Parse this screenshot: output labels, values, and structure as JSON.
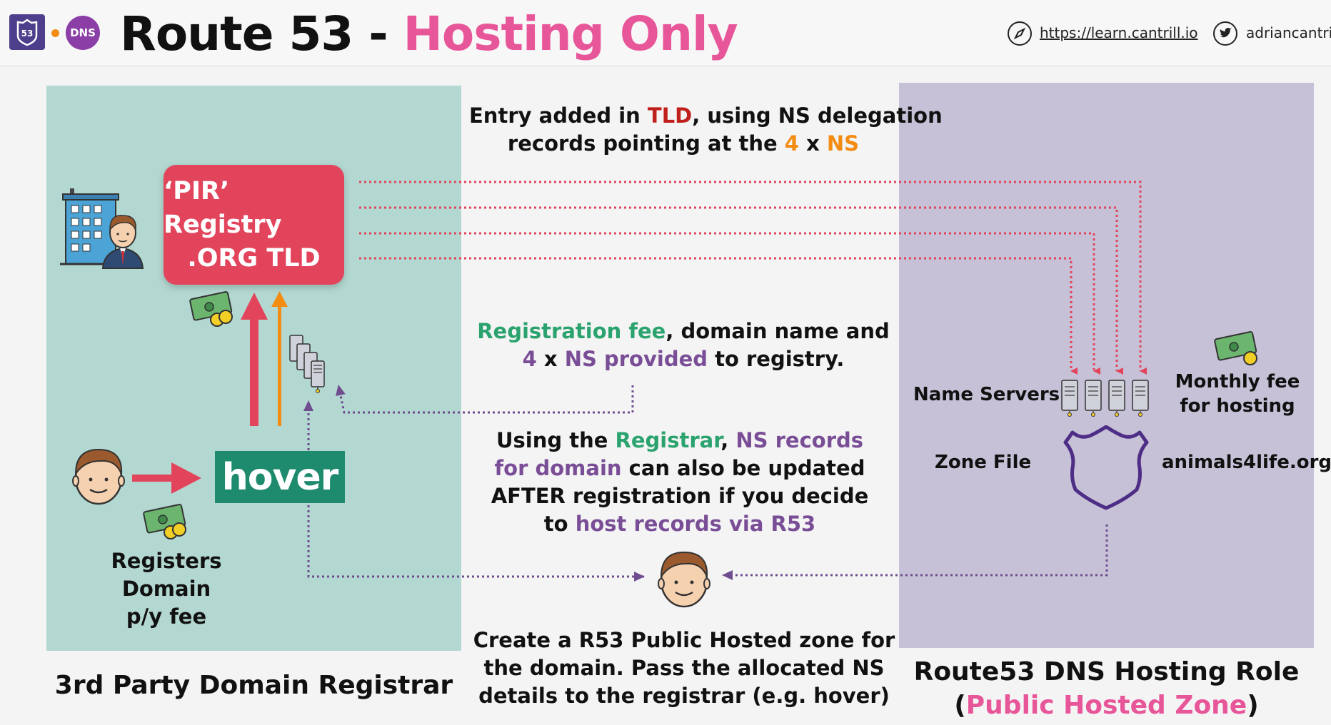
{
  "header": {
    "title_main": "Route 53 - ",
    "title_accent": "Hosting Only",
    "badge_dns": "DNS",
    "badge_53": "53",
    "link": "https://learn.cantrill.io",
    "twitter_handle": "adriancantrill"
  },
  "colors": {
    "accent_pink": "#e8569a",
    "left_panel": "#b3d8d1",
    "right_panel": "#c6c1d6",
    "registry_red": "#e2445c",
    "hover_green": "#1e8a6e",
    "arrow_purple": "#6f4d8f",
    "arrow_red": "#e2445c",
    "arrow_orange": "#f28c13"
  },
  "registry": {
    "line1": "‘PIR’ Registry",
    "line2": ".ORG TLD"
  },
  "hover_logo": "hover",
  "tld_note": {
    "l1_a": "Entry added in ",
    "l1_b": "TLD",
    "l1_c": ", using NS delegation",
    "l2_a": "records pointing at the ",
    "l2_b": "4",
    "l2_c": " x ",
    "l2_d": "NS"
  },
  "registration_note": {
    "l1_a": "Registration fee",
    "l1_b": ", domain name and",
    "l2_a": "4",
    "l2_b": " x ",
    "l2_c": "NS provided",
    "l2_d": " to registry."
  },
  "update_note": {
    "l1_a": "Using the ",
    "l1_b": "Registrar",
    "l1_c": ", ",
    "l1_d": "NS records",
    "l2_a": "for domain",
    "l2_b": " can also be updated",
    "l3": "AFTER registration if you decide",
    "l4_a": "to ",
    "l4_b": "host records via R53"
  },
  "create_note": {
    "l1": "Create a R53 Public Hosted zone for",
    "l2": "the domain. Pass the allocated NS",
    "l3": "details to the registrar (e.g. hover)"
  },
  "registers": {
    "l1": "Registers",
    "l2": "Domain",
    "l3": "p/y fee"
  },
  "right_panel": {
    "name_servers": "Name Servers",
    "zone_file": "Zone File",
    "domain": "animals4life.org",
    "monthly_l1": "Monthly fee",
    "monthly_l2": "for hosting"
  },
  "captions": {
    "left": "3rd Party Domain Registrar",
    "right_l1": "Route53 DNS Hosting Role",
    "right_l2_open": "(",
    "right_l2_accent": "Public Hosted Zone",
    "right_l2_close": ")"
  }
}
